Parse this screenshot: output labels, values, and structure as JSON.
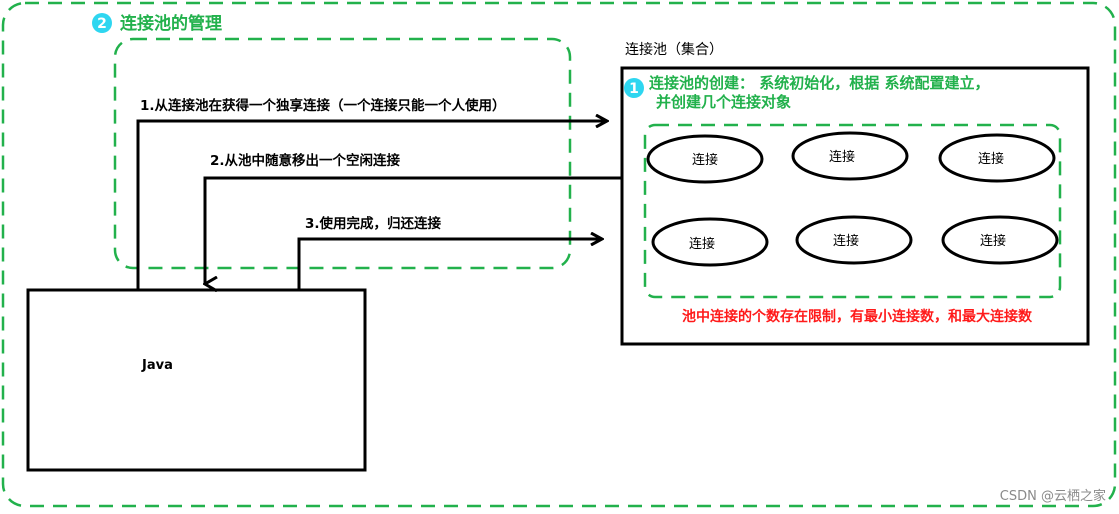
{
  "badges": {
    "management_number": "2",
    "management_title": "连接池的管理",
    "creation_number": "1"
  },
  "pool": {
    "title": "连接池（集合）",
    "creation_line1": "连接池的创建：  系统初始化，根据 系统配置建立，",
    "creation_line2": "并创建几个连接对象",
    "connections": [
      "连接",
      "连接",
      "连接",
      "连接",
      "连接",
      "连接"
    ],
    "limit_note": "池中连接的个数存在限制，有最小连接数，和最大连接数"
  },
  "steps": {
    "step1": "1.从连接池在获得一个独享连接（一个连接只能一个人使用）",
    "step2": "2.从池中随意移出一个空闲连接",
    "step3": "3.使用完成，归还连接"
  },
  "java": {
    "label": "Java"
  },
  "watermark": "CSDN @云栖之家",
  "colors": {
    "green_dashed": "#22b14c",
    "badge_fill": "#2ed6f0",
    "management_text": "#22b14c",
    "creation_text": "#22b14c",
    "limit_text": "#ff1a1a",
    "line": "#000000"
  }
}
